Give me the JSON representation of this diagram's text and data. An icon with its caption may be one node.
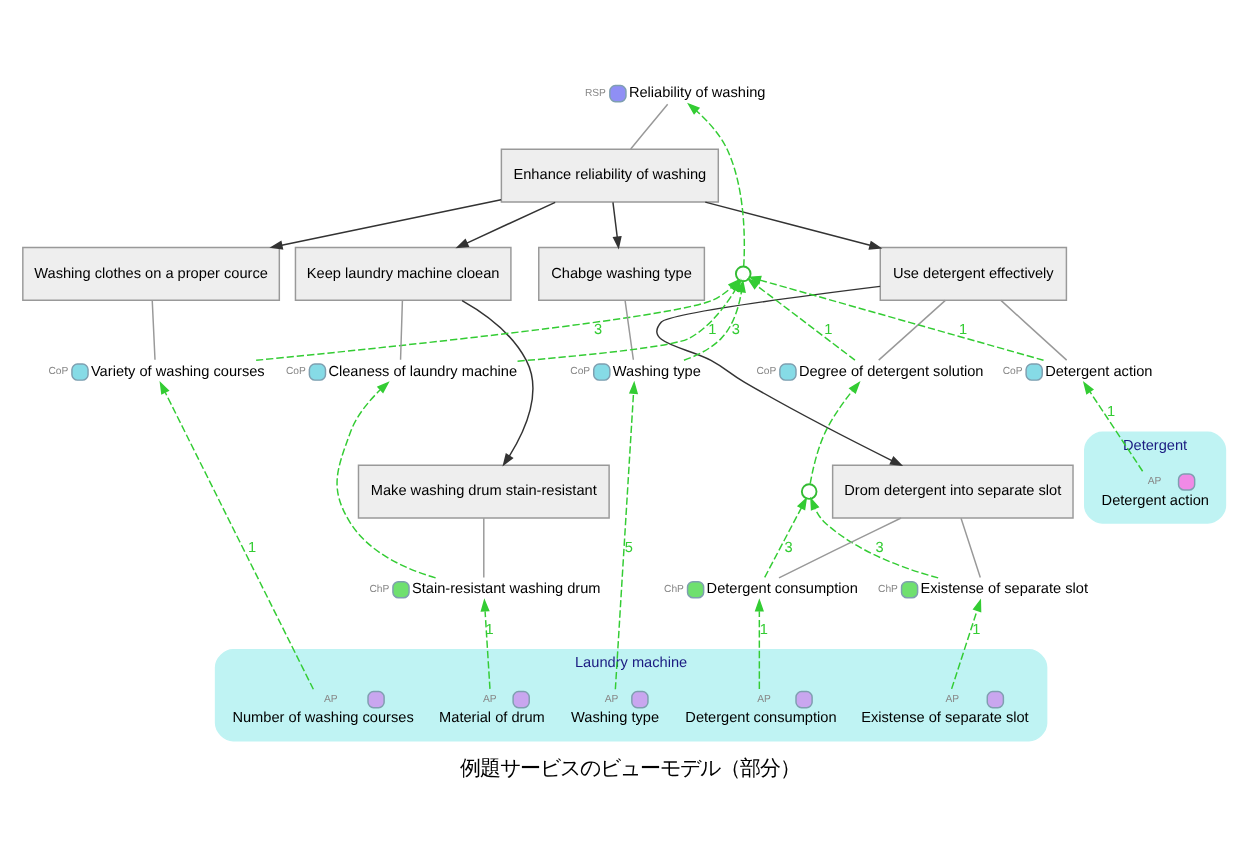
{
  "diagram": {
    "caption": "例題サービスのビューモデル（部分）",
    "nodes": [
      {
        "text": [
          "Reliability of washing"
        ],
        "beside": [
          "RSP"
        ]
      },
      {
        "text": [
          "Enhance reliability of washing"
        ]
      },
      {
        "text": [
          "Washing clothes on a proper cource"
        ]
      },
      {
        "text": [
          "Chabge washing type"
        ]
      },
      {
        "text": [
          "Keep laundry machine cloean"
        ]
      },
      {
        "text": [
          "Use detergent effectively"
        ]
      },
      {
        "text": [],
        "shape": "circle"
      },
      {
        "text": [
          "Variety of washing courses"
        ],
        "beside": [
          "CoP"
        ]
      },
      {
        "text": [
          "Washing type"
        ],
        "beside": [
          "CoP"
        ]
      },
      {
        "text": [
          "Cleaness of laundry machine"
        ],
        "beside": [
          "CoP"
        ]
      },
      {
        "text": [
          "Degree of detergent solution"
        ],
        "beside": [
          "CoP"
        ]
      },
      {
        "text": [
          "Detergent action"
        ],
        "beside": [
          "CoP"
        ]
      },
      {
        "text": [
          "Make washing drum stain-resistant"
        ]
      },
      {
        "text": [
          "Stain-resistant washing drum"
        ],
        "beside": [
          "ChP"
        ]
      },
      {
        "text": [
          "Drom detergent into separate slot"
        ]
      },
      {
        "text": [],
        "shape": "circle"
      },
      {
        "text": [
          "Laundry machine"
        ]
      },
      {
        "text": [
          "Number of washing courses"
        ],
        "beside": [
          "AP"
        ],
        "in": 16
      },
      {
        "text": [
          "Washing type"
        ],
        "beside": [
          "AP"
        ],
        "in": 16
      },
      {
        "text": [
          "Material of drum"
        ],
        "beside": [
          "AP"
        ],
        "in": 16
      },
      {
        "text": [
          "Existense of separate slot"
        ],
        "beside": [
          "ChP"
        ]
      },
      {
        "text": [
          "Existense of separate slot"
        ],
        "beside": [
          "AP"
        ],
        "in": 16
      },
      {
        "text": [
          "Detergent consumption"
        ],
        "beside": [
          "ChP"
        ]
      },
      {
        "text": [
          "Detergent"
        ]
      },
      {
        "text": [
          "Detergent action"
        ],
        "beside": [
          "AP"
        ],
        "in": 23
      },
      {
        "text": [
          "Detergent consumption"
        ],
        "beside": [
          "AP"
        ],
        "in": 16
      }
    ],
    "edges": [
      {
        "from": 1,
        "to": 2,
        "arrow": "to",
        "color": "#333333"
      },
      {
        "from": 1,
        "to": 3,
        "arrow": "to",
        "color": "#333333"
      },
      {
        "from": 1,
        "to": 4,
        "arrow": "to",
        "color": "#333333"
      },
      {
        "from": 1,
        "to": 5,
        "arrow": "to",
        "color": "#333333"
      },
      {
        "from": 4,
        "to": 12,
        "arrow": "to",
        "color": "#333333"
      },
      {
        "from": 5,
        "to": 14,
        "arrow": "to",
        "color": "#333333"
      },
      {
        "from": 1,
        "to": 0,
        "arrow": "none",
        "color": "#999999"
      },
      {
        "from": 7,
        "to": 2,
        "arrow": "none",
        "color": "#999999"
      },
      {
        "from": 8,
        "to": 3,
        "arrow": "none",
        "color": "#999999"
      },
      {
        "from": 9,
        "to": 4,
        "arrow": "none",
        "color": "#999999"
      },
      {
        "from": 10,
        "to": 5,
        "arrow": "none",
        "color": "#999999"
      },
      {
        "from": 11,
        "to": 5,
        "arrow": "none",
        "color": "#999999"
      },
      {
        "from": 13,
        "to": 12,
        "arrow": "none",
        "color": "#999999"
      },
      {
        "from": 20,
        "to": 14,
        "arrow": "none",
        "color": "#999999"
      },
      {
        "from": 22,
        "to": 14,
        "arrow": "none",
        "color": "#999999"
      },
      {
        "from": 17,
        "to": 7,
        "arrow": "to",
        "label": "1",
        "style": "dashed",
        "color": "#33cc33"
      },
      {
        "from": 18,
        "to": 8,
        "arrow": "to",
        "label": "5",
        "style": "dashed",
        "color": "#33cc33"
      },
      {
        "from": 19,
        "to": 13,
        "arrow": "to",
        "label": "1",
        "style": "dashed",
        "color": "#33cc33"
      },
      {
        "from": 13,
        "to": 9,
        "arrow": "to",
        "style": "dashed",
        "color": "#33cc33"
      },
      {
        "from": 21,
        "to": 20,
        "arrow": "to",
        "label": "1",
        "style": "dashed",
        "color": "#33cc33"
      },
      {
        "from": 25,
        "to": 22,
        "arrow": "to",
        "label": "1",
        "style": "dashed",
        "color": "#33cc33"
      },
      {
        "from": 20,
        "to": 15,
        "arrow": "to",
        "label": "3",
        "style": "dashed",
        "color": "#33cc33"
      },
      {
        "from": 22,
        "to": 15,
        "arrow": "to",
        "label": "3",
        "style": "dashed",
        "color": "#33cc33"
      },
      {
        "from": 15,
        "to": 10,
        "arrow": "to",
        "style": "dashed",
        "color": "#33cc33"
      },
      {
        "from": 24,
        "to": 11,
        "arrow": "to",
        "label": "1",
        "style": "dashed",
        "color": "#33cc33"
      },
      {
        "from": 7,
        "to": 6,
        "arrow": "to",
        "label": "3",
        "style": "dashed",
        "color": "#33cc33"
      },
      {
        "from": 8,
        "to": 6,
        "arrow": "to",
        "label": "3",
        "style": "dashed",
        "color": "#33cc33"
      },
      {
        "from": 9,
        "to": 6,
        "arrow": "to",
        "label": "1",
        "style": "dashed",
        "color": "#33cc33"
      },
      {
        "from": 10,
        "to": 6,
        "arrow": "to",
        "label": "1",
        "style": "dashed",
        "color": "#33cc33"
      },
      {
        "from": 11,
        "to": 6,
        "arrow": "to",
        "label": "1",
        "style": "dashed",
        "color": "#33cc33"
      },
      {
        "from": 6,
        "to": 0,
        "arrow": "to",
        "style": "dashed",
        "color": "#33cc33"
      }
    ]
  }
}
